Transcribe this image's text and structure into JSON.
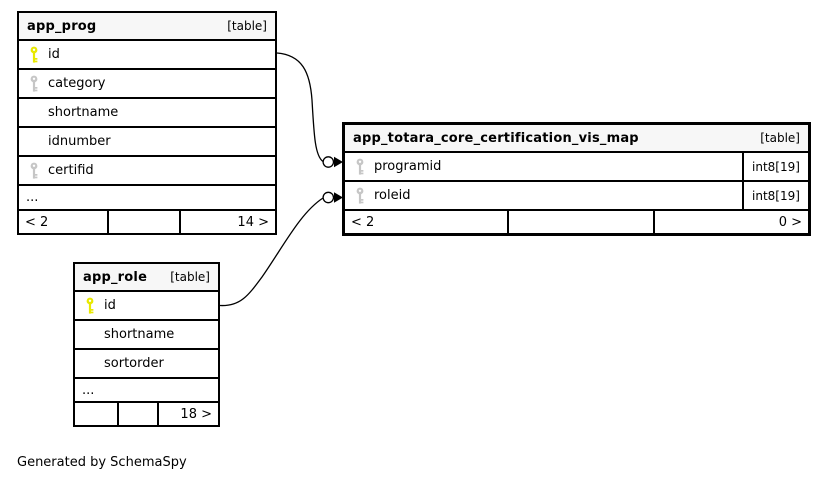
{
  "colors": {
    "background": "#ffffff",
    "border": "#000000",
    "line": "#000000",
    "header_bg": "#f7f7f7",
    "primary_key": "#e8e800",
    "key_gray": "#c6c6c6"
  },
  "footer_note": "Generated by SchemaSpy",
  "tables": {
    "app_prog": {
      "title": "app_prog",
      "tag": "[table]",
      "columns": [
        {
          "name": "id",
          "key": "primary"
        },
        {
          "name": "category",
          "key": "index"
        },
        {
          "name": "shortname",
          "key": "none"
        },
        {
          "name": "idnumber",
          "key": "none"
        },
        {
          "name": "certifid",
          "key": "index"
        }
      ],
      "more_indicator": "...",
      "footer_cells": [
        "< 2",
        "",
        "14 >"
      ]
    },
    "vis_map": {
      "title": "app_totara_core_certification_vis_map",
      "tag": "[table]",
      "columns": [
        {
          "name": "programid",
          "key": "index",
          "type": "int8[19]"
        },
        {
          "name": "roleid",
          "key": "index",
          "type": "int8[19]"
        }
      ],
      "footer_cells": [
        "< 2",
        "",
        "0 >"
      ]
    },
    "app_role": {
      "title": "app_role",
      "tag": "[table]",
      "columns": [
        {
          "name": "id",
          "key": "primary"
        },
        {
          "name": "shortname",
          "key": "none"
        },
        {
          "name": "sortorder",
          "key": "none"
        }
      ],
      "more_indicator": "...",
      "footer_cells": [
        "",
        "",
        "18 >"
      ]
    }
  },
  "relationships": [
    {
      "from": "app_prog.id",
      "to": "app_totara_core_certification_vis_map.programid"
    },
    {
      "from": "app_role.id",
      "to": "app_totara_core_certification_vis_map.roleid"
    }
  ]
}
